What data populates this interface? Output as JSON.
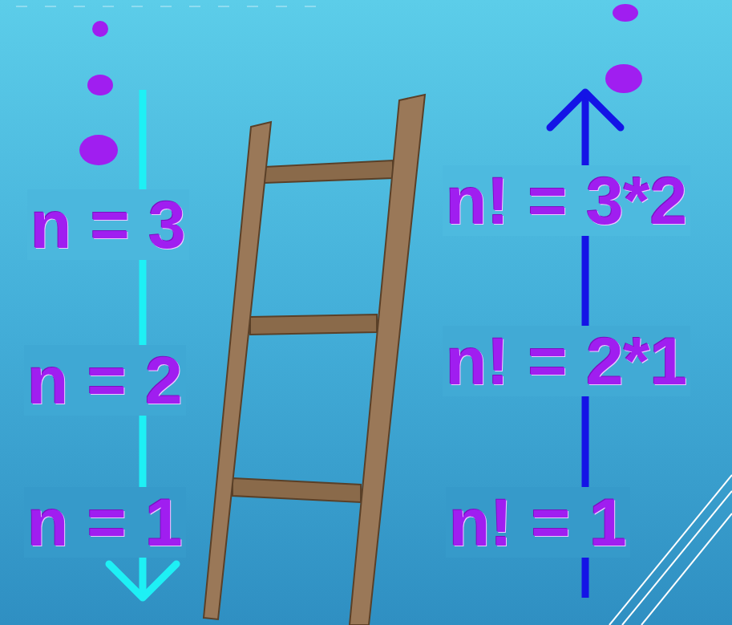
{
  "diagram": {
    "labels": [
      "n = 3",
      "n = 2",
      "n = 1",
      "n! = 3*2",
      "n! = 2*1",
      "n! = 1"
    ]
  }
}
